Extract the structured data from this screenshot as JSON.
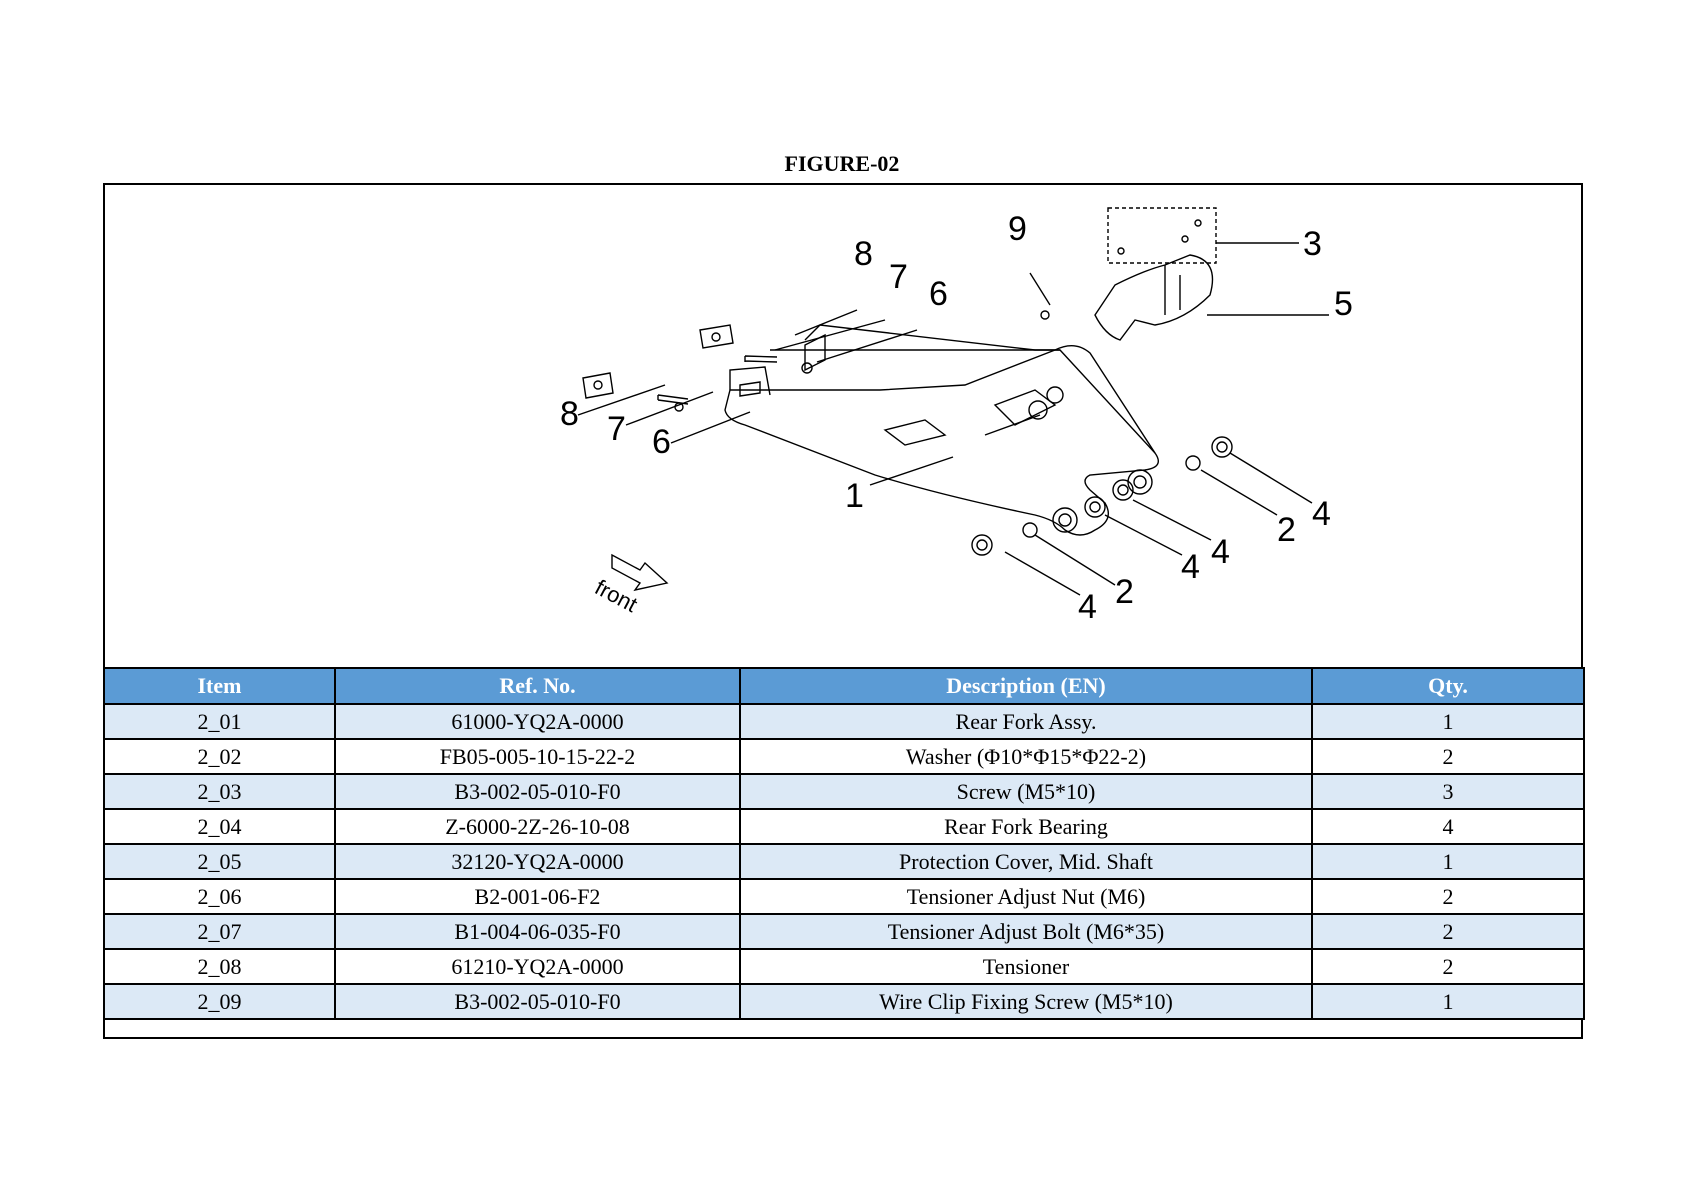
{
  "figure_title": "FIGURE-02",
  "diagram": {
    "front_label": "front",
    "callouts": [
      "1",
      "2",
      "2",
      "3",
      "4",
      "4",
      "4",
      "4",
      "5",
      "6",
      "6",
      "7",
      "7",
      "8",
      "8",
      "9"
    ]
  },
  "table": {
    "headers": [
      "Item",
      "Ref. No.",
      "Description (EN)",
      "Qty."
    ],
    "rows": [
      [
        "2_01",
        "61000-YQ2A-0000",
        "Rear Fork Assy.",
        "1"
      ],
      [
        "2_02",
        "FB05-005-10-15-22-2",
        "Washer (Φ10*Φ15*Φ22-2)",
        "2"
      ],
      [
        "2_03",
        "B3-002-05-010-F0",
        "Screw (M5*10)",
        "3"
      ],
      [
        "2_04",
        "Z-6000-2Z-26-10-08",
        "Rear Fork Bearing",
        "4"
      ],
      [
        "2_05",
        "32120-YQ2A-0000",
        "Protection Cover, Mid. Shaft",
        "1"
      ],
      [
        "2_06",
        "B2-001-06-F2",
        "Tensioner Adjust Nut (M6)",
        "2"
      ],
      [
        "2_07",
        "B1-004-06-035-F0",
        "Tensioner Adjust Bolt (M6*35)",
        "2"
      ],
      [
        "2_08",
        "61210-YQ2A-0000",
        "Tensioner",
        "2"
      ],
      [
        "2_09",
        "B3-002-05-010-F0",
        "Wire Clip Fixing Screw (M5*10)",
        "1"
      ]
    ]
  }
}
